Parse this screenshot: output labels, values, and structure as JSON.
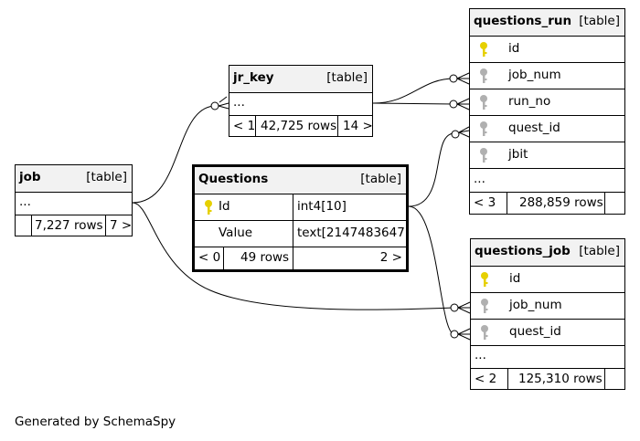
{
  "tables": {
    "jr_key": {
      "name": "jr_key",
      "type": "[table]",
      "ellipsis": "...",
      "stats": {
        "parents": "< 1",
        "rows": "42,725 rows",
        "children": "14 >"
      }
    },
    "job": {
      "name": "job",
      "type": "[table]",
      "ellipsis": "...",
      "stats": {
        "parents": "",
        "rows": "7,227 rows",
        "children": "7 >"
      }
    },
    "questions": {
      "name": "Questions",
      "type": "[table]",
      "columns": [
        {
          "name": "Id",
          "dtype": "int4[10]",
          "key": "primary"
        },
        {
          "name": "Value",
          "dtype": "text[2147483647]",
          "key": "none"
        }
      ],
      "stats": {
        "parents": "< 0",
        "rows": "49 rows",
        "children": "2 >"
      }
    },
    "questions_run": {
      "name": "questions_run",
      "type": "[table]",
      "columns": [
        {
          "name": "id",
          "key": "primary"
        },
        {
          "name": "job_num",
          "key": "foreign"
        },
        {
          "name": "run_no",
          "key": "foreign"
        },
        {
          "name": "quest_id",
          "key": "foreign"
        },
        {
          "name": "jbit",
          "key": "foreign"
        }
      ],
      "ellipsis": "...",
      "stats": {
        "parents": "< 3",
        "rows": "288,859 rows",
        "children": ""
      }
    },
    "questions_job": {
      "name": "questions_job",
      "type": "[table]",
      "columns": [
        {
          "name": "id",
          "key": "primary"
        },
        {
          "name": "job_num",
          "key": "foreign"
        },
        {
          "name": "quest_id",
          "key": "foreign"
        }
      ],
      "ellipsis": "...",
      "stats": {
        "parents": "< 2",
        "rows": "125,310 rows",
        "children": ""
      }
    }
  },
  "colors": {
    "primary_key": "#e6d000",
    "foreign_key": "#b0b0b0",
    "header_bg": "#f2f2f2"
  },
  "footer": "Generated by SchemaSpy"
}
